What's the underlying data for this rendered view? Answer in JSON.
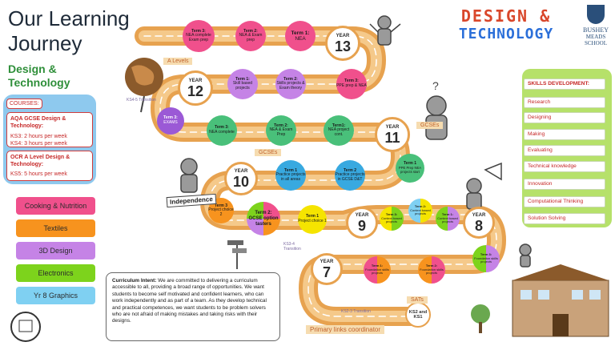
{
  "header": {
    "title_line1": "Our Learning",
    "title_line2": "Journey",
    "subtitle_line1": "Design &",
    "subtitle_line2": "Technology"
  },
  "logo": {
    "text_line1": "DESIGN &",
    "text_line2": "TECHNOLOGY",
    "school_name_line1": "BUSHEY",
    "school_name_line2": "MEADS",
    "school_name_line3": "SCHOOL"
  },
  "courses": {
    "label": "COURSES:",
    "box1_title": "AQA GCSE Design & Technology:",
    "box1_ks3": "KS3: 2 hours per week",
    "box1_ks4": "KS4: 3 hours per week",
    "box2_title": "OCR A Level Design & Technology:",
    "box2_ks5": "KS5: 5 hours per week",
    "buttons": [
      {
        "label": "Cooking & Nutrition",
        "color": "#f0508c"
      },
      {
        "label": "Textiles",
        "color": "#f7931e"
      },
      {
        "label": "3D Design",
        "color": "#c583e6"
      },
      {
        "label": "Electronics",
        "color": "#7dd31c"
      },
      {
        "label": "Yr 8 Graphics",
        "color": "#7fd0f2"
      }
    ]
  },
  "skills": {
    "heading": "SKILLS DEVELOPMENT:",
    "items": [
      "Research",
      "Designing",
      "Making",
      "Evaluating",
      "Technical knowledge",
      "Innovation",
      "Computational Thinking",
      "Solution Solving"
    ]
  },
  "years": {
    "y13": {
      "label": "YEAR",
      "num": "13"
    },
    "y12": {
      "label": "YEAR",
      "num": "12"
    },
    "y11": {
      "label": "YEAR",
      "num": "11"
    },
    "y10": {
      "label": "YEAR",
      "num": "10"
    },
    "y9": {
      "label": "YEAR",
      "num": "9"
    },
    "y8": {
      "label": "YEAR",
      "num": "8"
    },
    "y7": {
      "label": "YEAR",
      "num": "7"
    }
  },
  "row13": [
    {
      "title": "Term 3:",
      "body": "NEA complete Exam prep",
      "color": "#f0508c"
    },
    {
      "title": "Term 2:",
      "body": "NEA & Exam prep",
      "color": "#f0508c"
    },
    {
      "title": "Term 1:",
      "body": "NEA",
      "color": "#f0508c"
    }
  ],
  "row12": [
    {
      "title": "Term 1:",
      "body": "Skill based projects",
      "color": "#c583e6"
    },
    {
      "title": "Term 2:",
      "body": "Skills projects & Exam theory",
      "color": "#c583e6"
    },
    {
      "title": "Term 3:",
      "body": "PPE prep & NEA",
      "color": "#f0508c"
    }
  ],
  "row11": [
    {
      "title": "Term 3:",
      "body": "EXAMS",
      "color": "#9b59d6"
    },
    {
      "title": "Term 3:",
      "body": "NEA complete",
      "color": "#49c07a"
    },
    {
      "title": "Term 2:",
      "body": "NEA & Exam Prep",
      "color": "#49c07a"
    },
    {
      "title": "Term1:",
      "body": "NEA project cont.",
      "color": "#49c07a"
    },
    {
      "title": "Term 1",
      "body": "PPE Prep NEA projects start",
      "color": "#49c07a"
    }
  ],
  "row10": [
    {
      "title": "Term 1",
      "body": "Practice projects in all areas",
      "color": "#38a9e0"
    },
    {
      "title": "Term 2",
      "body": "Practice projects in GCSE D&T",
      "color": "#38a9e0"
    }
  ],
  "row9": [
    {
      "title": "Term 3",
      "body": "Project choice 2",
      "color": "#f7931e"
    },
    {
      "title": "Term 2:",
      "body": "GCSE option tasters",
      "color": "#f0508c"
    },
    {
      "title": "Term 1",
      "body": "Project choice 1",
      "color": "#f5e400"
    },
    {
      "title": "Term 3:",
      "body": "Context based projects",
      "color": "#7dd31c"
    },
    {
      "title": "Term 2:",
      "body": "Context based projects",
      "color": "#f5e400"
    },
    {
      "title": "Term 1:",
      "body": "Context based projects",
      "color": "#c583e6"
    }
  ],
  "row7": [
    {
      "title": "Term 1:",
      "body": "Foundation skills projects",
      "color": "#f7931e"
    },
    {
      "title": "Term 2:",
      "body": "Foundation skills projects",
      "color": "#f0508c"
    },
    {
      "title": "Term 3:",
      "body": "Foundation skills projects",
      "color": "#c583e6"
    }
  ],
  "ks2": "KS2 and KS1",
  "labels": {
    "alevels": "A Levels",
    "ks4_5": "KS4-5 Transition",
    "gcses_right": "GCSEs",
    "gcses_mid": "GCSEs",
    "ks3_4": "KS3-4 Transition",
    "sats": "SATs",
    "ks2_3": "KS2-3 Transition",
    "primary": "Primary links coordinator",
    "independence": "Independence"
  },
  "intent": {
    "lead": "Curriculum Intent:",
    "text": " We are committed to delivering a curriculum accessible to all, providing a broad range of opportunities. We want students to become self motivated and confident learners, who can work independently and as part of a team. As they develop technical and practical competences, we want students to be problem solvers who are not afraid of making mistakes and taking risks with their designs."
  },
  "colors": {
    "road": "#e7a24f",
    "road_inner": "#f5c98a",
    "accent_green": "#2f8f3a"
  }
}
